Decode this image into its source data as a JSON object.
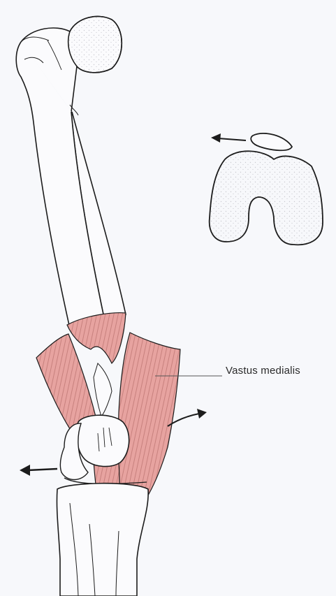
{
  "labels": {
    "vastus_medialis": "Vastus medialis"
  },
  "colors": {
    "background": "#f7f8fb",
    "bone_fill": "#fbfbfd",
    "stipple": "#c9c9cf",
    "muscle_fill": "#e7a3a0",
    "muscle_line": "#9a4f4c",
    "ink": "#1c1c1c"
  },
  "arrows": [
    {
      "name": "patella-section-arrow",
      "direction": "left"
    },
    {
      "name": "patella-lateral-arrow",
      "direction": "left"
    },
    {
      "name": "vastus-pull-arrow",
      "direction": "upper-right"
    }
  ]
}
